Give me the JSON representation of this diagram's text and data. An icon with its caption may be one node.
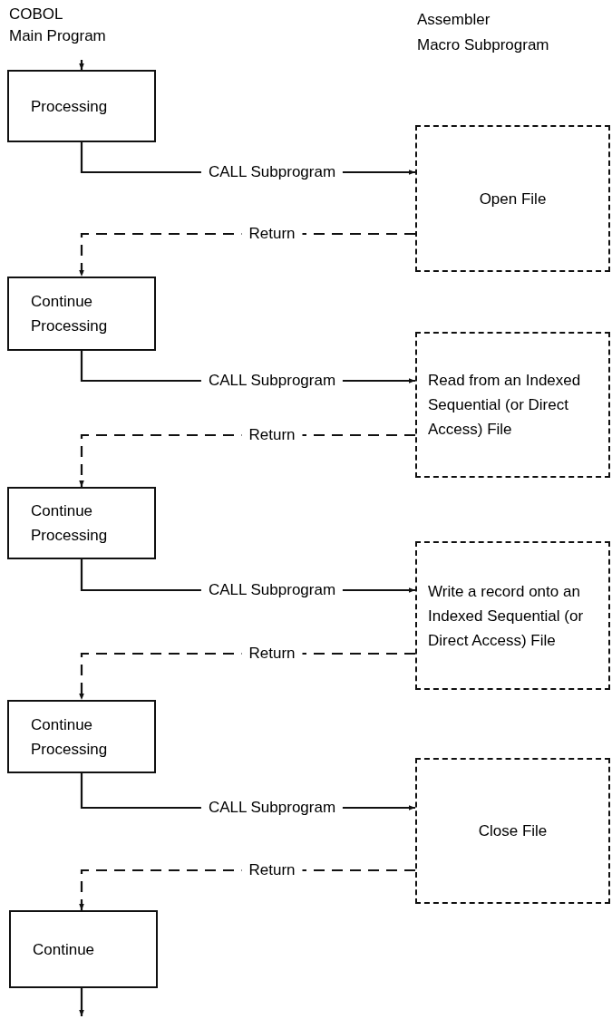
{
  "diagram": {
    "nodes": [
      {
        "text": [
          "Processing"
        ]
      },
      {
        "text": [
          "Open File"
        ]
      },
      {
        "text": [
          "Continue Processing"
        ]
      },
      {
        "text": [
          "Read from an Indexed Sequential (or Direct Access) File"
        ]
      },
      {
        "text": [
          "Continue Processing"
        ]
      },
      {
        "text": [
          "Write a record onto an Indexed Sequential (or Direct Access) File"
        ]
      },
      {
        "text": [
          "Continue Processing"
        ]
      },
      {
        "text": [
          "Close File"
        ]
      },
      {
        "text": [
          "Continue"
        ]
      }
    ],
    "edges": [
      {
        "from": null,
        "to": 0,
        "arrow": "to"
      },
      {
        "from": 0,
        "to": 1,
        "arrow": "to",
        "label": "CALL Subprogram"
      },
      {
        "from": 1,
        "to": 2,
        "arrow": "to",
        "label": "Return",
        "style": "dashed"
      },
      {
        "from": 2,
        "to": 3,
        "arrow": "to",
        "label": "CALL Subprogram"
      },
      {
        "from": 3,
        "to": 4,
        "arrow": "to",
        "label": "Return",
        "style": "dashed"
      },
      {
        "from": 4,
        "to": 5,
        "arrow": "to",
        "label": "CALL Subprogram"
      },
      {
        "from": 5,
        "to": 6,
        "arrow": "to",
        "label": "Return",
        "style": "dashed"
      },
      {
        "from": 6,
        "to": 7,
        "arrow": "to",
        "label": "CALL Subprogram"
      },
      {
        "from": 7,
        "to": 8,
        "arrow": "to",
        "label": "Return",
        "style": "dashed"
      },
      {
        "from": 8,
        "to": null,
        "arrow": "to"
      }
    ],
    "labels": [
      "COBOL",
      "Main Program",
      "Assembler",
      "Macro Subprogram"
    ]
  }
}
